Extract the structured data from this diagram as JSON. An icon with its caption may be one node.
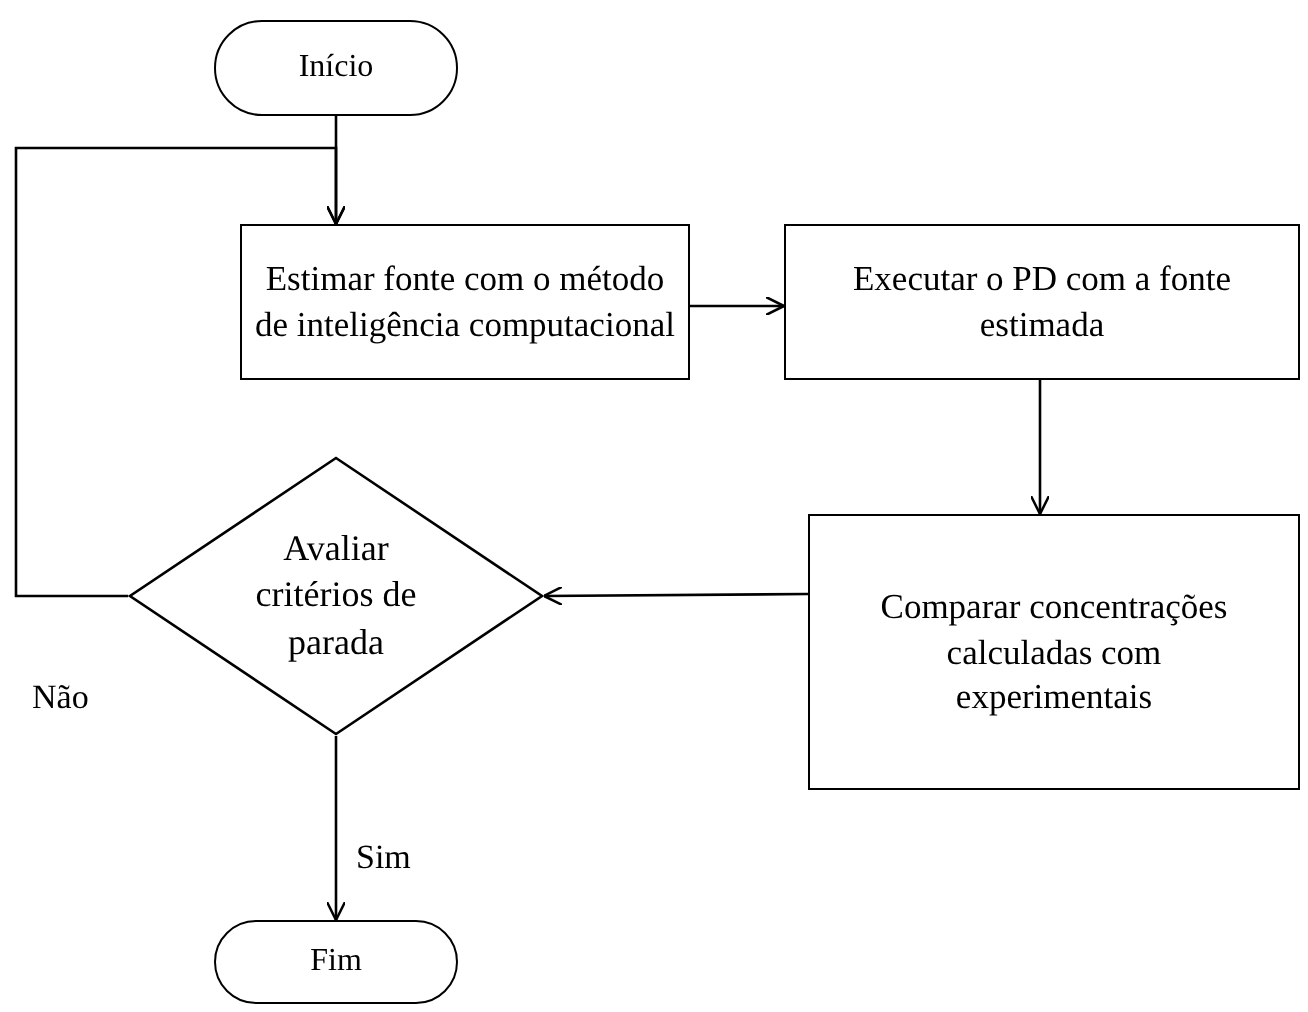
{
  "diagram": {
    "nodes": [
      {
        "text": [
          "Início"
        ]
      },
      {
        "text": [
          "Estimar fonte com o método de inteligência computacional"
        ]
      },
      {
        "text": [
          "Executar o PD com a fonte estimada"
        ]
      },
      {
        "text": [
          "Comparar concentrações calculadas com experimentais"
        ]
      },
      {
        "text": [
          "Avaliar critérios de parada"
        ]
      },
      {
        "text": [
          "Fim"
        ]
      }
    ],
    "edges": [
      {
        "from": 0,
        "to": 1,
        "arrow": "to"
      },
      {
        "from": 1,
        "to": 2,
        "arrow": "to"
      },
      {
        "from": 2,
        "to": 3,
        "arrow": "to"
      },
      {
        "from": 3,
        "to": 4,
        "arrow": "to"
      },
      {
        "from": 4,
        "to": 1,
        "arrow": "to",
        "label": "Não"
      },
      {
        "from": 4,
        "to": 5,
        "arrow": "to",
        "label": "Sim"
      }
    ]
  }
}
